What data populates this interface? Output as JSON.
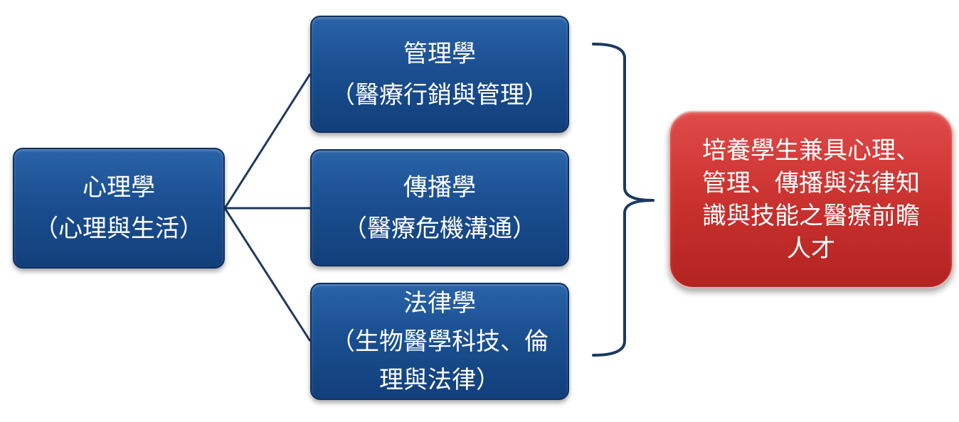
{
  "colors": {
    "box_blue": "#1a4f91",
    "box_red": "#c8302d",
    "connector": "#1b3a5f",
    "text": "#ffffff"
  },
  "diagram": {
    "source": {
      "lines": [
        "心理學",
        "（心理與生活）"
      ]
    },
    "branches": [
      {
        "lines": [
          "管理學",
          "（醫療行銷與管理）"
        ]
      },
      {
        "lines": [
          "傳播學",
          "（醫療危機溝通）"
        ]
      },
      {
        "lines": [
          "法律學",
          "（生物醫學科技、倫",
          "理與法律）"
        ]
      }
    ],
    "goal": {
      "lines": [
        "培養學生兼具心理、",
        "管理、傳播與法律知",
        "識與技能之醫療前瞻",
        "人才"
      ]
    }
  }
}
